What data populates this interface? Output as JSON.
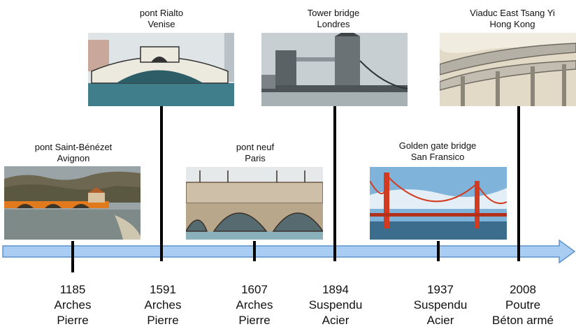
{
  "bridges": [
    {
      "name": "pont Saint-Bénézet",
      "city": "Avignon",
      "year": "1185",
      "type": "Arches",
      "material": "Pierre"
    },
    {
      "name": "pont Rialto",
      "city": "Venise",
      "year": "1591",
      "type": "Arches",
      "material": "Pierre"
    },
    {
      "name": "pont neuf",
      "city": "Paris",
      "year": "1607",
      "type": "Arches",
      "material": "Pierre"
    },
    {
      "name": "Tower bridge",
      "city": "Londres",
      "year": "1894",
      "type": "Suspendu",
      "material": "Acier"
    },
    {
      "name": "Golden gate bridge",
      "city": "San Fransico",
      "year": "1937",
      "type": "Suspendu",
      "material": "Acier"
    },
    {
      "name": "Viaduc East Tsang Yi",
      "city": "Hong Kong",
      "year": "2008",
      "type": "Poutre",
      "material": "Béton armé"
    }
  ],
  "colors": {
    "timeline_fill": "#a9cdf2",
    "timeline_stroke": "#5f93c9",
    "tick": "#000000"
  }
}
